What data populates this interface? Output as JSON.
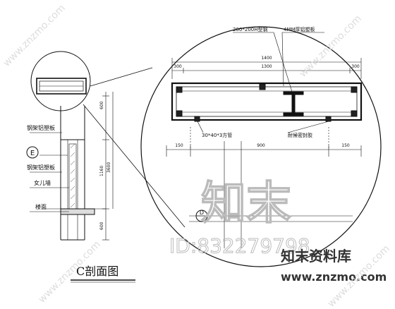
{
  "drawing": {
    "title": "C剖面图",
    "labels": {
      "h_steel": "200*200H型钢",
      "panel_top": "4MM厚铝塑板",
      "square_tube": "30*40*3方管",
      "sealant": "耐候密封胶",
      "al_panel_1": "钢架铝塑板",
      "al_panel_2": "钢架铝塑板",
      "parapet": "女儿墙",
      "floor": "楼面"
    },
    "callouts": {
      "e": "E",
      "d": "D"
    },
    "dims": {
      "left_top": "600",
      "left_mid": "1160",
      "left_total": "3600",
      "left_bottom": "600",
      "detail_total": "1400",
      "detail_a": "300",
      "detail_b": "1300",
      "detail_c": "300",
      "detail_bottom": "900",
      "detail_l": "150",
      "detail_r": "150"
    }
  },
  "watermarks": {
    "zhimo": "知末",
    "id": "ID:832279798",
    "site_cn": "知末资料库",
    "site_url": "www.znzmo.com",
    "diag": "www.znzmo.com"
  }
}
